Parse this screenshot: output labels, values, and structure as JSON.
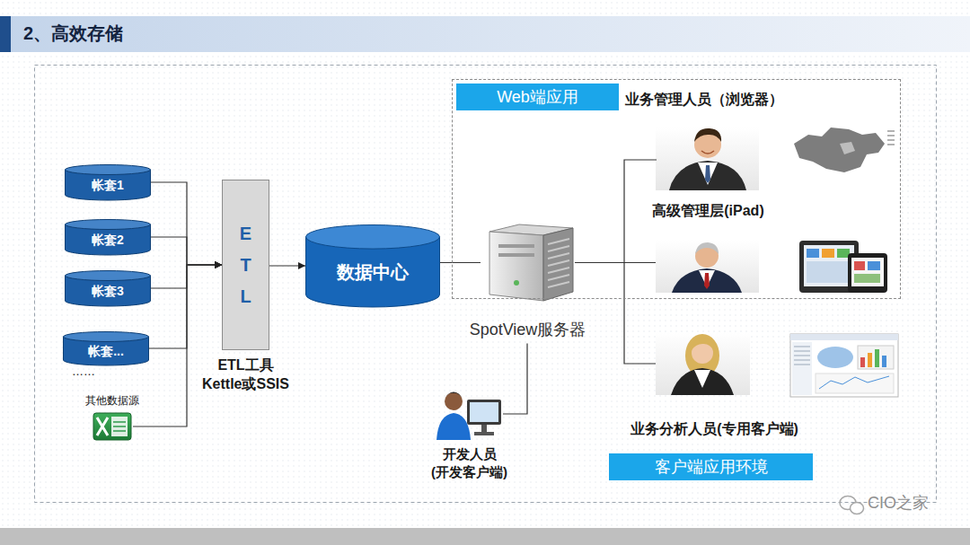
{
  "diagram": {
    "title": "2、高效存储",
    "nodes": [
      {
        "text": [
          "帐套1"
        ]
      },
      {
        "text": [
          "帐套2"
        ]
      },
      {
        "text": [
          "帐套3"
        ]
      },
      {
        "text": [
          "帐套..."
        ]
      },
      {
        "text": [
          "其他数据源"
        ]
      },
      {
        "text": [
          "E T L",
          "ETL工具 Kettle或SSIS"
        ]
      },
      {
        "text": [
          "数据中心"
        ]
      },
      {
        "text": [
          "SpotView服务器"
        ]
      },
      {
        "text": [
          "业务管理人员（浏览器）"
        ]
      },
      {
        "text": [
          "Web端应用"
        ],
        "in": 8
      },
      {
        "text": [
          "高级管理层(iPad)"
        ],
        "in": 8
      },
      {
        "text": [
          "业务分析人员(专用客户端)"
        ]
      },
      {
        "text": [
          "客户端应用环境"
        ]
      },
      {
        "text": [
          "开发人员 (开发客户端)"
        ]
      }
    ],
    "edges": [
      {
        "from": 0,
        "to": 5,
        "arrow": "to"
      },
      {
        "from": 1,
        "to": 5,
        "arrow": "to"
      },
      {
        "from": 2,
        "to": 5,
        "arrow": "to"
      },
      {
        "from": 3,
        "to": 5,
        "arrow": "to"
      },
      {
        "from": 4,
        "to": 5,
        "arrow": "to"
      },
      {
        "from": 5,
        "to": 6,
        "arrow": "to"
      },
      {
        "from": 6,
        "to": 7,
        "arrow": "none"
      },
      {
        "from": 7,
        "to": 10,
        "arrow": "none"
      },
      {
        "from": 7,
        "to": 11,
        "arrow": "none"
      },
      {
        "from": 13,
        "to": 7,
        "arrow": "none"
      }
    ],
    "labels": [
      "……",
      "CIO之家"
    ]
  }
}
